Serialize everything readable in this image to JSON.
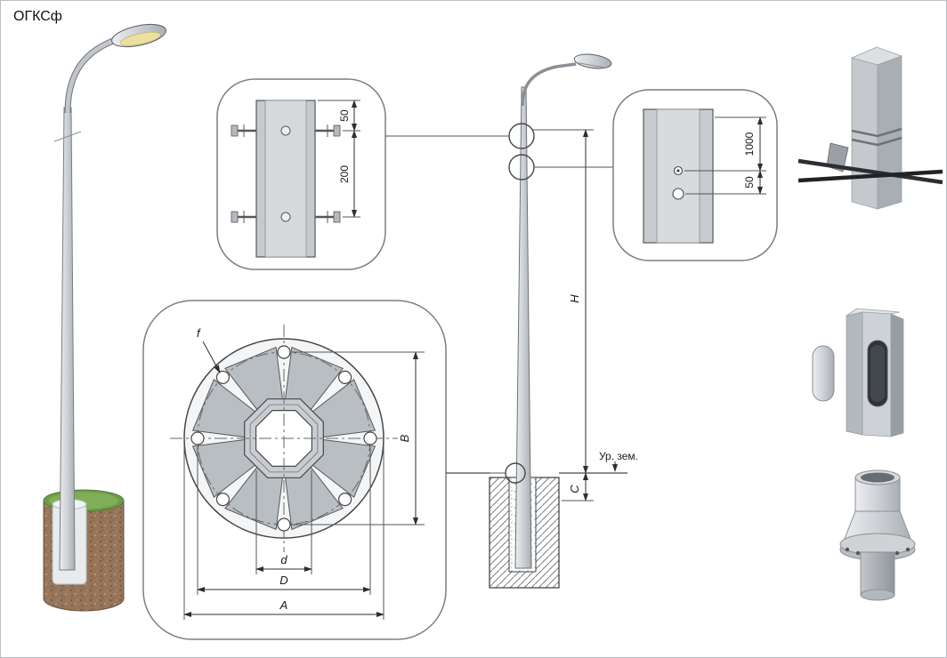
{
  "title": "ОГКСф",
  "detail_top": {
    "dim_50": "50",
    "dim_200": "200"
  },
  "flange": {
    "label_f": "f",
    "label_B": "B",
    "label_d": "d",
    "label_D": "D",
    "label_A": "A"
  },
  "elevation": {
    "label_H": "H",
    "label_C": "C",
    "ground": "Ур. зем."
  },
  "detail_right": {
    "dim_1000": "1000",
    "dim_50": "50"
  }
}
